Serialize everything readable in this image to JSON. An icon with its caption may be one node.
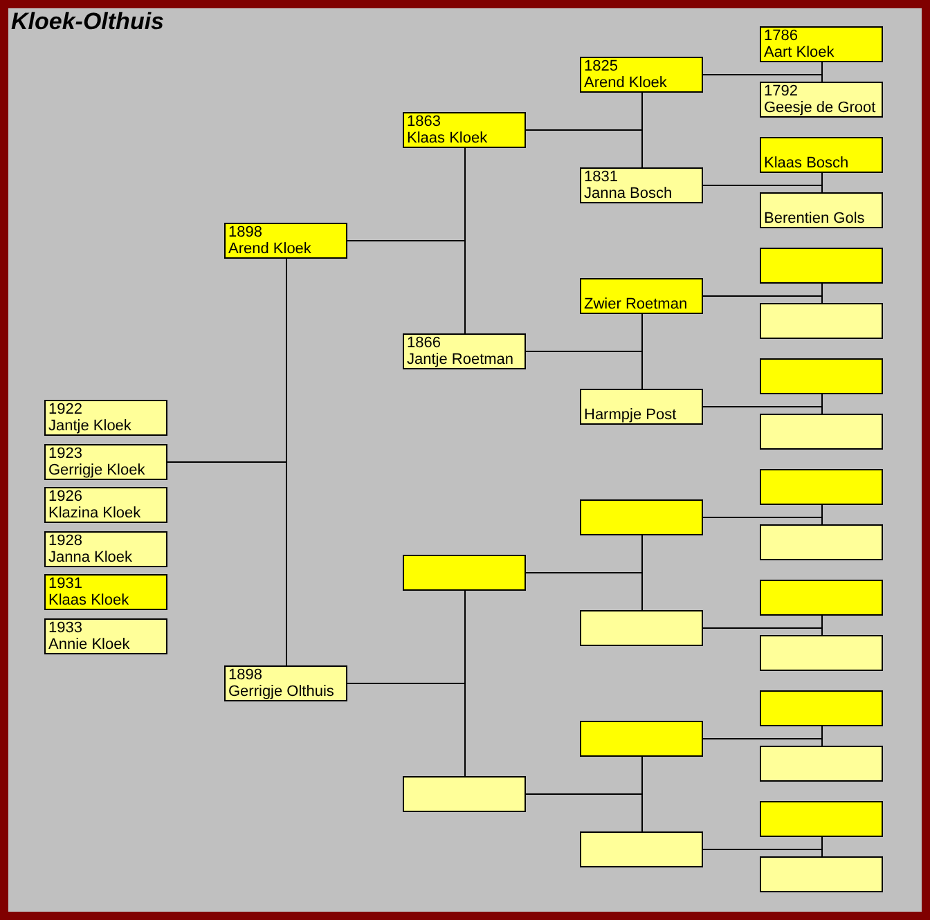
{
  "diagram": {
    "title": "Kloek-Olthuis",
    "nodes": [
      {
        "text": [
          "1922",
          "Jantje Kloek"
        ]
      },
      {
        "text": [
          "1923",
          "Gerrigje Kloek"
        ]
      },
      {
        "text": [
          "1926",
          "Klazina Kloek"
        ]
      },
      {
        "text": [
          "1928",
          "Janna Kloek"
        ]
      },
      {
        "text": [
          "1931",
          "Klaas Kloek"
        ]
      },
      {
        "text": [
          "1933",
          "Annie Kloek"
        ]
      },
      {
        "text": [
          "1898",
          "Arend Kloek"
        ]
      },
      {
        "text": [
          "1898",
          "Gerrigje Olthuis"
        ]
      },
      {
        "text": [
          "1863",
          "Klaas Kloek"
        ]
      },
      {
        "text": [
          "1866",
          "Jantje Roetman"
        ]
      },
      {
        "text": [],
        "shape": "box"
      },
      {
        "text": [],
        "shape": "box"
      },
      {
        "text": [
          "1825",
          "Arend Kloek"
        ]
      },
      {
        "text": [
          "1831",
          "Janna Bosch"
        ]
      },
      {
        "text": [
          "Zwier Roetman"
        ]
      },
      {
        "text": [
          "Harmpje Post"
        ]
      },
      {
        "text": [],
        "shape": "box"
      },
      {
        "text": [],
        "shape": "box"
      },
      {
        "text": [],
        "shape": "box"
      },
      {
        "text": [],
        "shape": "box"
      },
      {
        "text": [
          "1786",
          "Aart Kloek"
        ]
      },
      {
        "text": [
          "1792",
          "Geesje de Groot"
        ]
      },
      {
        "text": [
          "Klaas Bosch"
        ]
      },
      {
        "text": [
          "Berentien Gols"
        ]
      },
      {
        "text": [],
        "shape": "box"
      },
      {
        "text": [],
        "shape": "box"
      },
      {
        "text": [],
        "shape": "box"
      },
      {
        "text": [],
        "shape": "box"
      },
      {
        "text": [],
        "shape": "box"
      },
      {
        "text": [],
        "shape": "box"
      },
      {
        "text": [],
        "shape": "box"
      },
      {
        "text": [],
        "shape": "box"
      },
      {
        "text": [],
        "shape": "box"
      },
      {
        "text": [],
        "shape": "box"
      },
      {
        "text": [],
        "shape": "box"
      },
      {
        "text": [],
        "shape": "box"
      }
    ],
    "edges": [
      {
        "from": 1,
        "to": 6,
        "arrow": "none"
      },
      {
        "from": 1,
        "to": 7,
        "arrow": "none"
      },
      {
        "from": 6,
        "to": 8,
        "arrow": "none"
      },
      {
        "from": 6,
        "to": 9,
        "arrow": "none"
      },
      {
        "from": 7,
        "to": 10,
        "arrow": "none"
      },
      {
        "from": 7,
        "to": 11,
        "arrow": "none"
      },
      {
        "from": 8,
        "to": 12,
        "arrow": "none"
      },
      {
        "from": 8,
        "to": 13,
        "arrow": "none"
      },
      {
        "from": 9,
        "to": 14,
        "arrow": "none"
      },
      {
        "from": 9,
        "to": 15,
        "arrow": "none"
      },
      {
        "from": 10,
        "to": 16,
        "arrow": "none"
      },
      {
        "from": 10,
        "to": 17,
        "arrow": "none"
      },
      {
        "from": 11,
        "to": 18,
        "arrow": "none"
      },
      {
        "from": 11,
        "to": 19,
        "arrow": "none"
      },
      {
        "from": 12,
        "to": 20,
        "arrow": "none"
      },
      {
        "from": 12,
        "to": 21,
        "arrow": "none"
      },
      {
        "from": 13,
        "to": 22,
        "arrow": "none"
      },
      {
        "from": 13,
        "to": 23,
        "arrow": "none"
      },
      {
        "from": 14,
        "to": 24,
        "arrow": "none"
      },
      {
        "from": 14,
        "to": 25,
        "arrow": "none"
      },
      {
        "from": 15,
        "to": 26,
        "arrow": "none"
      },
      {
        "from": 15,
        "to": 27,
        "arrow": "none"
      },
      {
        "from": 16,
        "to": 28,
        "arrow": "none"
      },
      {
        "from": 16,
        "to": 29,
        "arrow": "none"
      },
      {
        "from": 17,
        "to": 30,
        "arrow": "none"
      },
      {
        "from": 17,
        "to": 31,
        "arrow": "none"
      },
      {
        "from": 18,
        "to": 32,
        "arrow": "none"
      },
      {
        "from": 18,
        "to": 33,
        "arrow": "none"
      },
      {
        "from": 19,
        "to": 34,
        "arrow": "none"
      },
      {
        "from": 19,
        "to": 35,
        "arrow": "none"
      }
    ]
  }
}
